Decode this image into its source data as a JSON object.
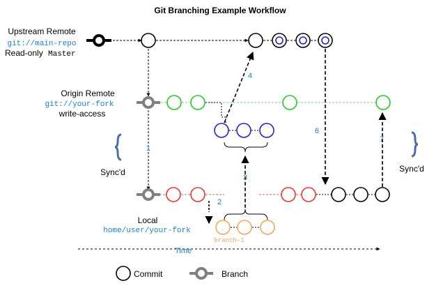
{
  "title": "Git Branching Example Workflow",
  "upstream": {
    "label": "Upstream Remote",
    "url": "git://main-repo",
    "access_prefix": "Read-only",
    "access_branch": "Master"
  },
  "origin": {
    "label": "Origin Remote",
    "url": "git://your-fork",
    "access": "write-access"
  },
  "local": {
    "label": "Local",
    "path": "home/user/your-fork",
    "branch_name": "branch-1"
  },
  "sync_left": "Sync'd",
  "sync_right": "Sync'd",
  "steps": [
    "1",
    "2",
    "3",
    "4",
    "5",
    "6",
    "7"
  ],
  "time_label": "Time",
  "legend": {
    "commit_label": "Commit",
    "branch_label": "Branch"
  },
  "colors": {
    "commit_black": "#000000",
    "commit_green": "#22cc22",
    "commit_red": "#ee3333",
    "commit_blue": "#2222cc",
    "commit_orange": "#f5a65b",
    "branch_grey": "#808080",
    "green_dashed_line": "#88cc88",
    "red_dashed_line": "#cc6666",
    "step_number": "#1a7fd6",
    "brace_blue": "#4a6fa5",
    "url_text": "#1a7fd6"
  }
}
